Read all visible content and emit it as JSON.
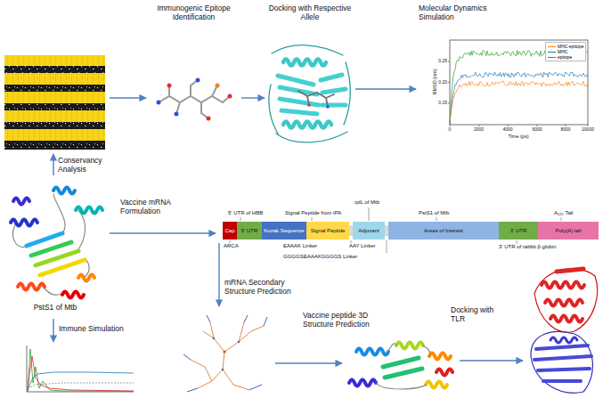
{
  "diagram": {
    "nodes": [
      {
        "text": [
          "PstS1 of Mtb"
        ]
      },
      {
        "text": [
          "Conservancy Analysis"
        ]
      },
      {
        "text": [
          "Immunogenic Epitope Identification"
        ]
      },
      {
        "text": [
          "Docking with Respective Allele"
        ]
      },
      {
        "text": [
          "Molecular Dynamics Simulation"
        ]
      },
      {
        "text": [
          "Vaccine mRNA Formulation"
        ]
      },
      {
        "text": [
          "Cap"
        ],
        "in": 5
      },
      {
        "text": [
          "5' UTR"
        ],
        "in": 5
      },
      {
        "text": [
          "Kozak Sequence"
        ],
        "in": 5
      },
      {
        "text": [
          "Signal Peptide"
        ],
        "in": 5
      },
      {
        "text": [
          "Adjuvant"
        ],
        "in": 5
      },
      {
        "text": [
          "Areas of Interest"
        ],
        "in": 5
      },
      {
        "text": [
          "3' UTR"
        ],
        "in": 5
      },
      {
        "text": [
          "Poly(A) tail"
        ],
        "in": 5
      },
      {
        "text": [
          "mRNA Secondary Structure Prediction"
        ]
      },
      {
        "text": [
          "Vaccine peptide 3D Structure Prediction"
        ]
      },
      {
        "text": [
          "Docking with TLR"
        ]
      },
      {
        "text": [
          "Immune Simulation"
        ]
      }
    ],
    "edges": [
      {
        "from": 0,
        "to": 1,
        "arrow": "to"
      },
      {
        "from": 1,
        "to": 2,
        "arrow": "to"
      },
      {
        "from": 2,
        "to": 3,
        "arrow": "to"
      },
      {
        "from": 3,
        "to": 4,
        "arrow": "to"
      },
      {
        "from": 0,
        "to": 5,
        "arrow": "to"
      },
      {
        "from": 5,
        "to": 14,
        "arrow": "to"
      },
      {
        "from": 14,
        "to": 15,
        "arrow": "to"
      },
      {
        "from": 15,
        "to": 16,
        "arrow": "to"
      },
      {
        "from": 0,
        "to": 17,
        "arrow": "to"
      }
    ],
    "labels": [
      "rplL of Mtb",
      "5' UTR of HBB",
      "Signal Peptide from tPA",
      "PstS1 of Mtb",
      "A₁₂₀ Tail",
      "ARCA",
      "EAAAK Linker",
      "AAY Linker",
      "GGGGSEAAAKGGGGS Linker",
      "3' UTR of rabbit β globin",
      "0",
      "2000",
      "4000",
      "6000",
      "8000",
      "10000",
      "0.15",
      "0.20",
      "0.25",
      "Time (ps)",
      "RMSD (nm)"
    ],
    "legend": [
      {
        "text": "MHC-epitope"
      },
      {
        "text": "MHC"
      },
      {
        "text": "epitope"
      }
    ]
  }
}
